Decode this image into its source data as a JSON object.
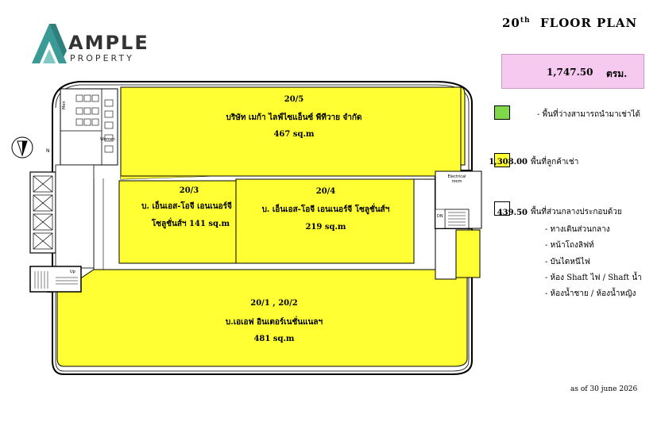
{
  "logo": {
    "word": "AMPLE",
    "sub": "PROPERTY",
    "colors": {
      "teal": "#3a9a96",
      "dark": "#333333"
    }
  },
  "title": {
    "main": "20",
    "sup": "th",
    "rest": "FLOOR  PLAN"
  },
  "total": {
    "value": "1,747.50",
    "unit": "ตรม."
  },
  "legend": [
    {
      "num": "",
      "text": "-   พื้นที่ว่างสามารถนำมาเช่าได้",
      "color": "#7fd84a"
    },
    {
      "num": "1,308.00",
      "text": "พื้นที่ลูกค้าเช่า",
      "color": "#ffff33"
    },
    {
      "num": "439.50",
      "text": "พื้นที่ส่วนกลางประกอบด้วย",
      "color": "#ffffff"
    }
  ],
  "common_items": [
    "- ทางเดินส่วนกลาง",
    "- หน้าโถงลิฟท์",
    "- บันไดหนีไฟ",
    "- ห้อง Shaft ไฟ / Shaft น้ำ",
    "- ห้องน้ำชาย / ห้องน้ำหญิง"
  ],
  "units": {
    "u205": {
      "id": "20/5",
      "tenant": "บริษัท เมก้า ไลฟ์ไซแอ็นซ์ พีทีวาย จำกัด",
      "area": "467 sq.m"
    },
    "u203": {
      "id": "20/3",
      "tenant": "บ. เอ็นเอส-โอจี เอนเนอร์จี",
      "tenant2": "โซลูชั่นส์ฯ 141  sq.m"
    },
    "u204": {
      "id": "20/4",
      "tenant": "บ. เอ็นเอส-โอจี เอนเนอร์จี โซลูชั่นส์ฯ",
      "area": "219  sq.m"
    },
    "u201": {
      "id": "20/1 ,  20/2",
      "tenant": "บ.เอเอฟ อินเตอร์เนชั่นแนลฯ",
      "area": "481 sq.m"
    }
  },
  "rooms": {
    "men": "Men",
    "women": "Women",
    "electrical": "Electrical room",
    "up": "Up",
    "dn": "DN"
  },
  "north": "N",
  "as_of": "as of  30 june 2026",
  "colors": {
    "yellow": "#ffff33",
    "pink": "#f6c9f0",
    "green": "#7fd84a",
    "line": "#000000"
  }
}
